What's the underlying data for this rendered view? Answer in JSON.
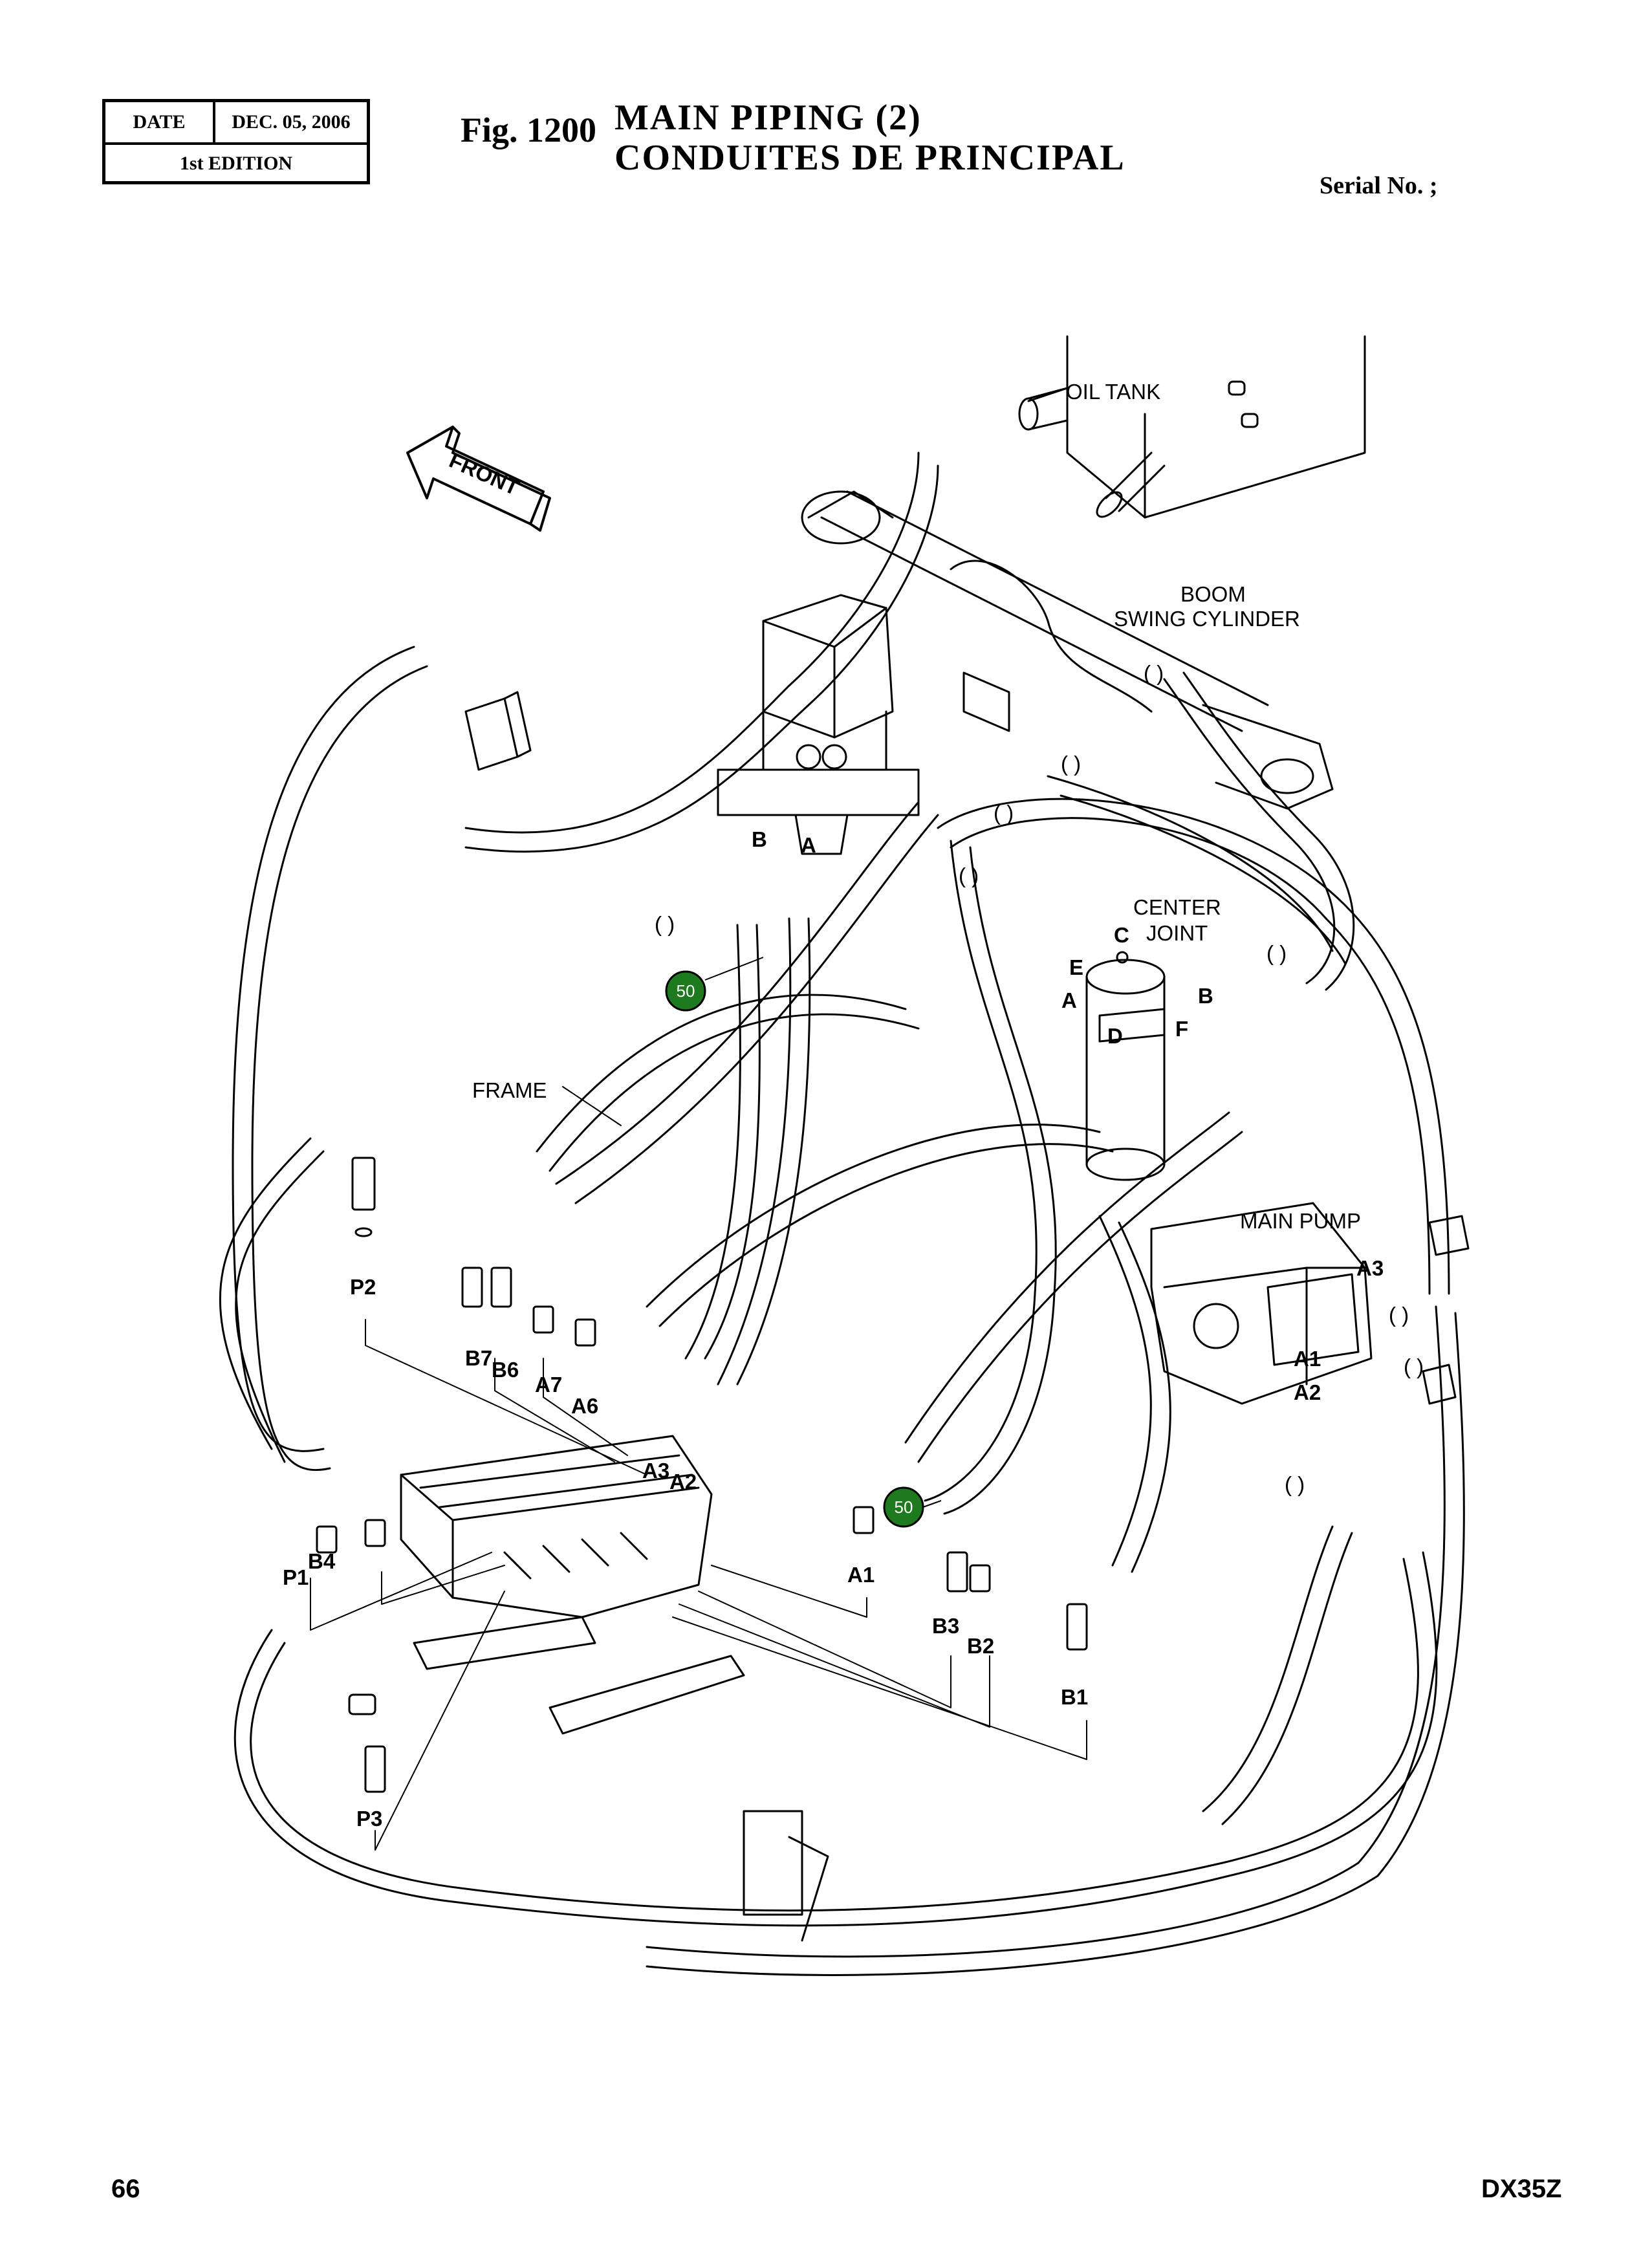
{
  "header": {
    "date_label": "DATE",
    "date_value": "DEC. 05, 2006",
    "edition": "1st EDITION",
    "fig_number": "Fig. 1200",
    "title_en": "MAIN  PIPING  (2)",
    "title_fr": "CONDUITES  DE  PRINCIPAL",
    "serial": "Serial No. ;"
  },
  "footer": {
    "page_number": "66",
    "model": "DX35Z"
  },
  "components": {
    "oil_tank": "OIL TANK",
    "front": "FRONT",
    "boom_swing_cylinder_1": "BOOM",
    "boom_swing_cylinder_2": "SWING CYLINDER",
    "center_joint_1": "CENTER",
    "center_joint_2": "JOINT",
    "frame": "FRAME",
    "main_pump": "MAIN PUMP"
  },
  "port_labels": {
    "swing_b": "B",
    "swing_a": "A",
    "cj_c": "C",
    "cj_e": "E",
    "cj_a": "A",
    "cj_b": "B",
    "cj_d": "D",
    "cj_f": "F",
    "pump_a3": "A3",
    "pump_a1": "A1",
    "pump_a2": "A2",
    "p2": "P2",
    "b7": "B7",
    "b6": "B6",
    "a7": "A7",
    "a6": "A6",
    "a3": "A3",
    "a2": "A2",
    "p1": "P1",
    "b4": "B4",
    "a1": "A1",
    "b3": "B3",
    "b2": "B2",
    "b1": "B1",
    "p3": "P3"
  },
  "callouts": {
    "ref_upper": "50",
    "ref_lower": "50",
    "paren": "(   )"
  },
  "colors": {
    "line": "#000000",
    "callout_fill": "#1e7a1e"
  }
}
